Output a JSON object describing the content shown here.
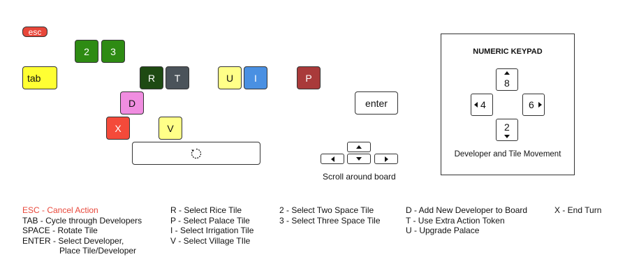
{
  "keys": {
    "esc": "esc",
    "two": "2",
    "three": "3",
    "tab": "tab",
    "r": "R",
    "t": "T",
    "u": "U",
    "i": "I",
    "p": "P",
    "d": "D",
    "x": "X",
    "v": "V",
    "enter": "enter",
    "space_icon": "rotate-icon"
  },
  "scroll": {
    "label": "Scroll around board"
  },
  "numpad": {
    "title": "NUMERIC KEYPAD",
    "keys": {
      "up": "8",
      "left": "4",
      "right": "6",
      "down": "2"
    },
    "caption": "Developer and Tile Movement"
  },
  "legend": {
    "col1": [
      "ESC - Cancel Action",
      "TAB - Cycle through Developers",
      "SPACE - Rotate Tile",
      "ENTER - Select Developer,",
      "Place Tile/Developer"
    ],
    "col2": [
      "R - Select Rice Tile",
      "P - Select Palace Tile",
      "I - Select Irrigation Tile",
      "V - Select Village TIle"
    ],
    "col3": [
      "2 - Select Two Space Tile",
      "3 - Select Three Space Tile"
    ],
    "col4": [
      "D - Add New Developer to Board",
      "T - Use Extra Action Token",
      "U - Upgrade Palace"
    ],
    "col5": [
      "X - End Turn"
    ]
  },
  "colors": {
    "esc": "#e8473a",
    "num": "#2e8b13",
    "tab": "#ffff33",
    "r": "#1e4a12",
    "t": "#4b535a",
    "u": "#ffff88",
    "i": "#4a90e2",
    "p": "#a93a3a",
    "d": "#f08de0",
    "x": "#f44a3a",
    "v": "#ffff88"
  }
}
